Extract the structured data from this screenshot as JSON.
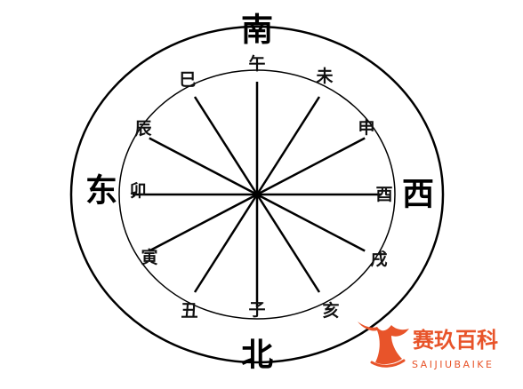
{
  "directions": {
    "south": "南",
    "north": "北",
    "east": "东",
    "west": "西"
  },
  "branches": [
    "午",
    "未",
    "申",
    "酉",
    "戌",
    "亥",
    "子",
    "丑",
    "寅",
    "卯",
    "辰",
    "巳"
  ],
  "watermark": {
    "chinese": "赛玖百科",
    "english": "SAIJIUBAIKE"
  },
  "colors": {
    "ink": "#000000",
    "watermark": "#e8542a"
  }
}
